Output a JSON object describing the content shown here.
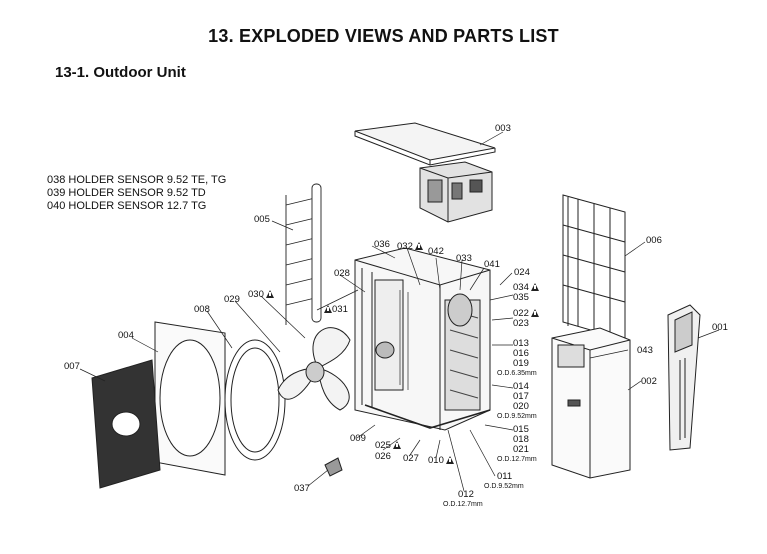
{
  "heading": "13.  EXPLODED VIEWS AND PARTS LIST",
  "subheading": "13-1.  Outdoor Unit",
  "sensor_notes": [
    "038 HOLDER SENSOR 9.52 TE, TG",
    "039 HOLDER SENSOR 9.52 TD",
    "040 HOLDER SENSOR 12.7 TG"
  ],
  "parts": {
    "p001": "001",
    "p002": "002",
    "p003": "003",
    "p004": "004",
    "p005": "005",
    "p006": "006",
    "p007": "007",
    "p008": "008",
    "p009": "009",
    "p010": "010",
    "p011": "011",
    "p012": "012",
    "p013": "013",
    "p014": "014",
    "p015": "015",
    "p016": "016",
    "p017": "017",
    "p018": "018",
    "p019": "019",
    "p020": "020",
    "p021": "021",
    "p022": "022",
    "p023": "023",
    "p024": "024",
    "p025": "025",
    "p026": "026",
    "p027": "027",
    "p028": "028",
    "p029": "029",
    "p030": "030",
    "p031": "031",
    "p032": "032",
    "p033": "033",
    "p034": "034",
    "p035": "035",
    "p036": "036",
    "p037": "037",
    "p041": "041",
    "p042": "042",
    "p043": "043"
  },
  "od": {
    "od635": "O.D.6.35mm",
    "od952a": "O.D.9.52mm",
    "od127a": "O.D.12.7mm",
    "od952b": "O.D.9.52mm",
    "od127b": "O.D.12.7mm"
  }
}
